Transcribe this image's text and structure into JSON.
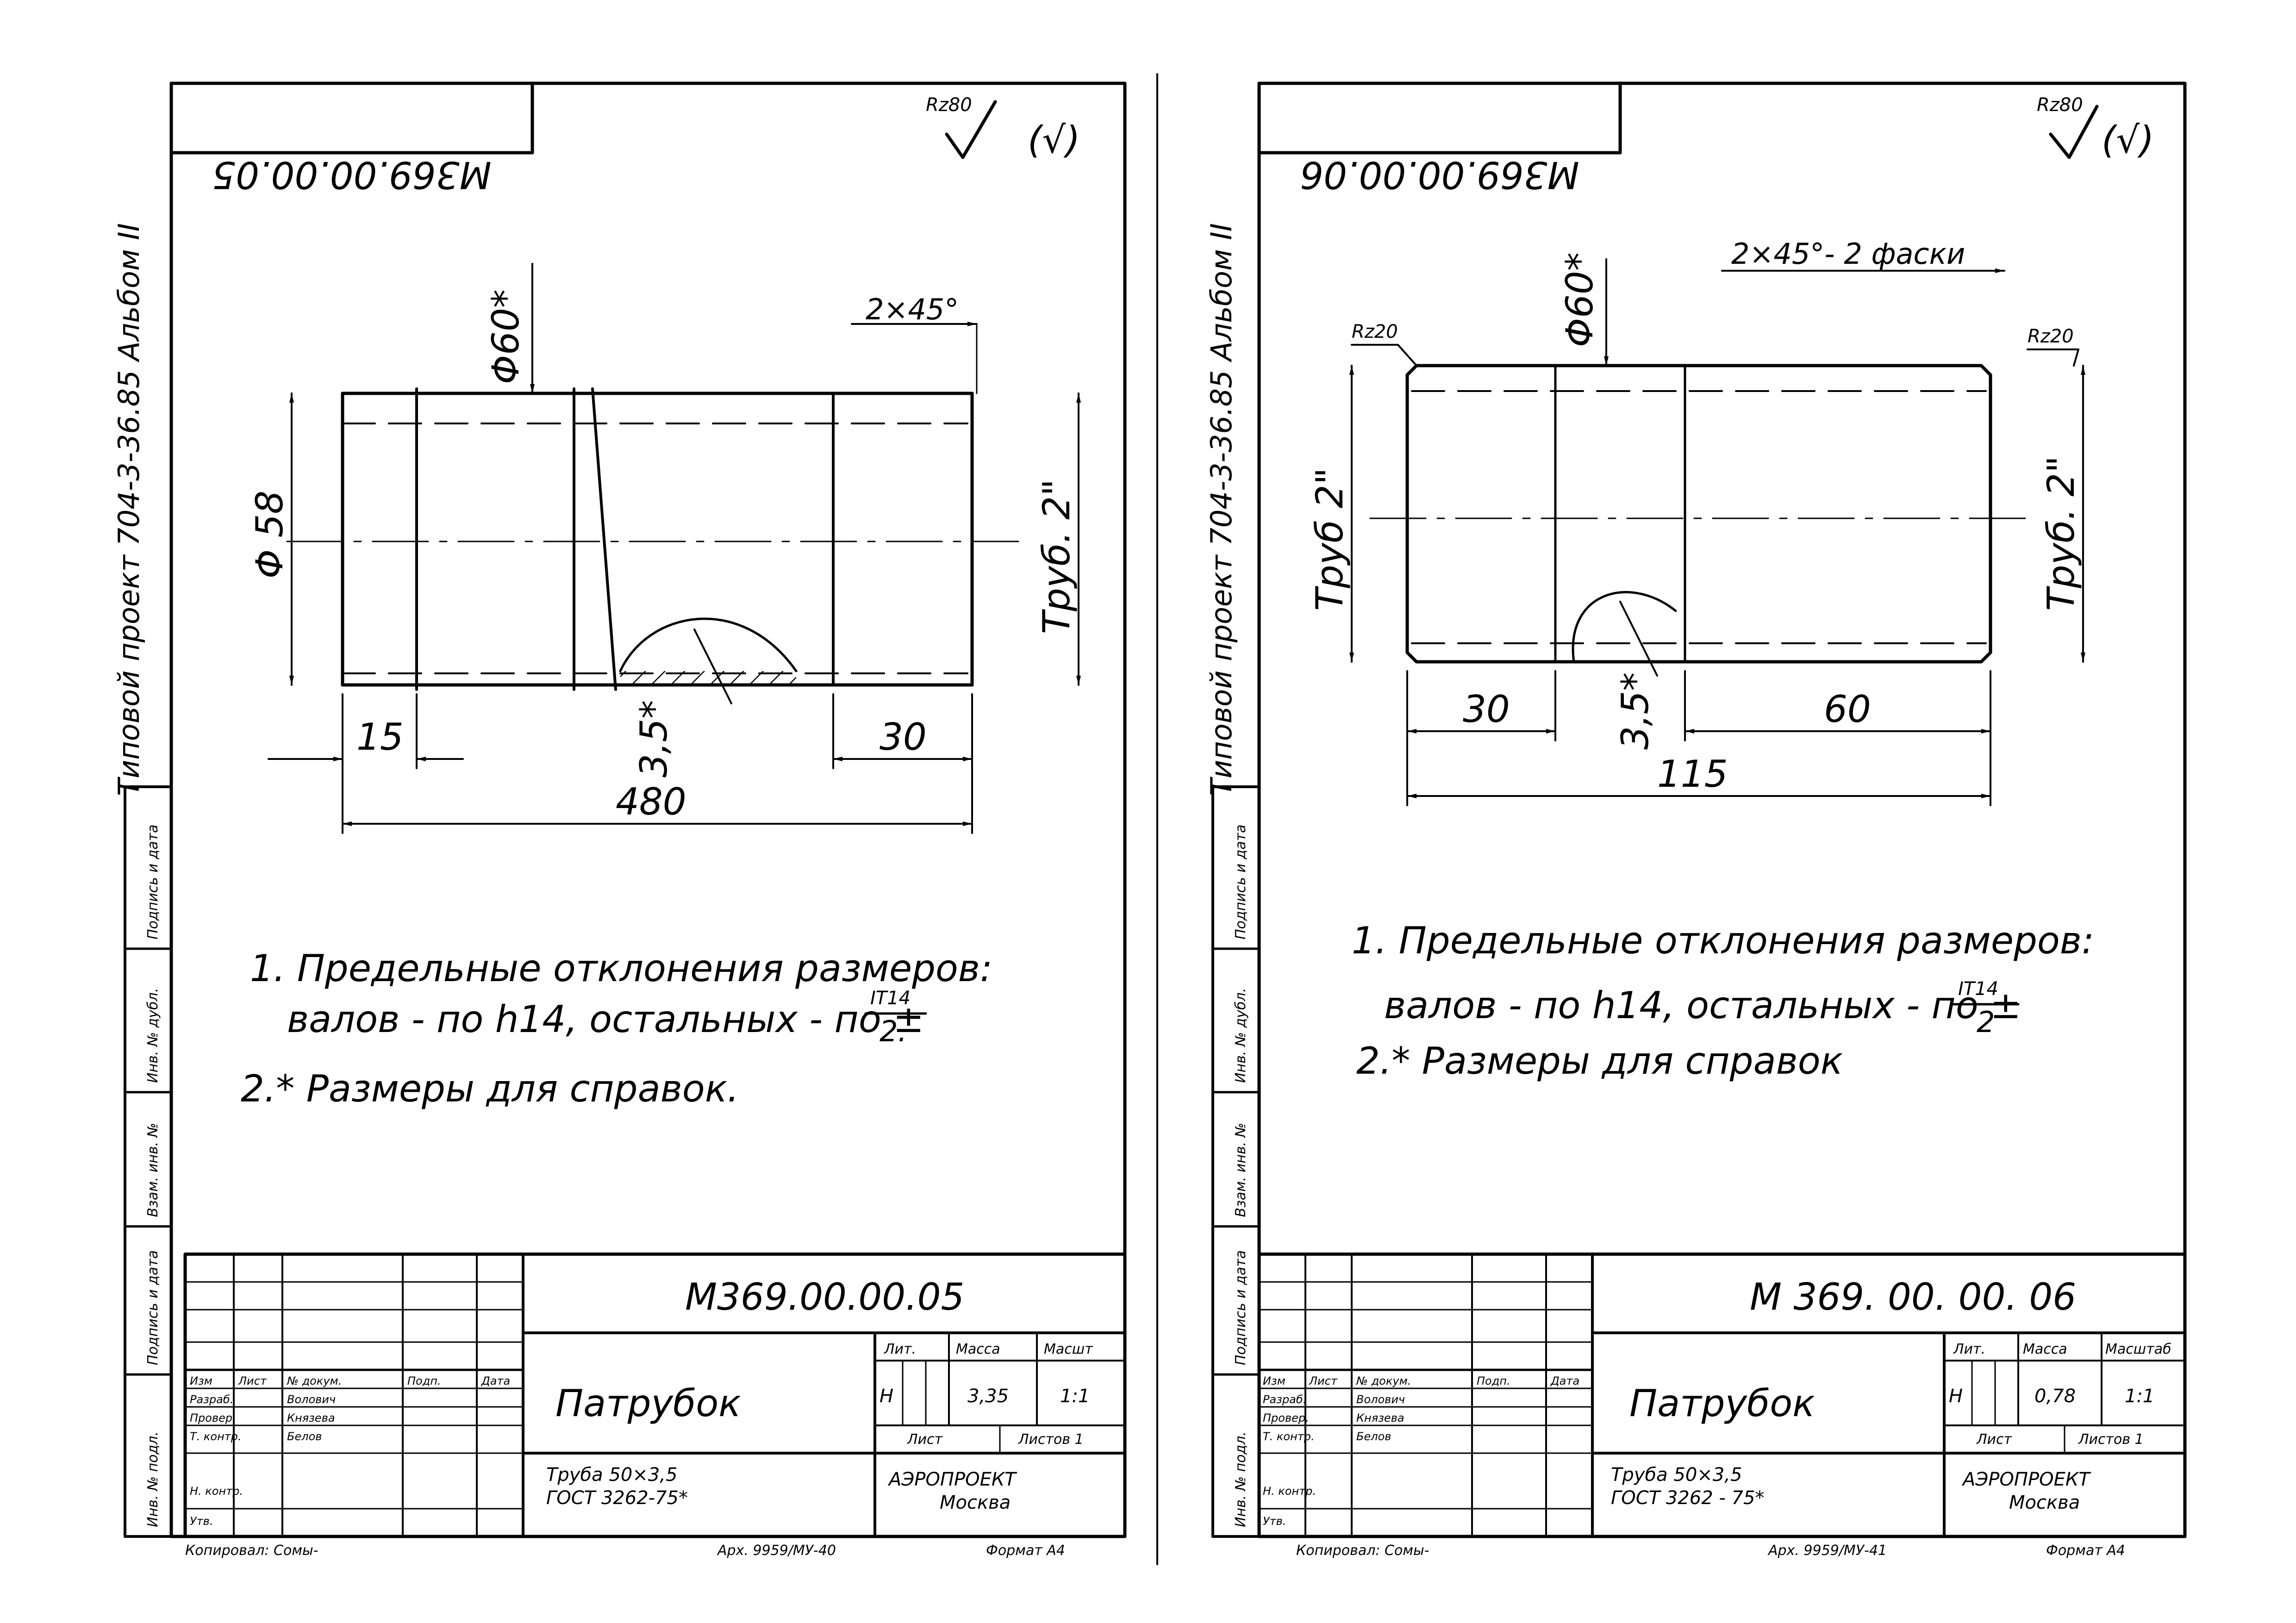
{
  "left_sheet": {
    "stamp_code": "М369.00.00.05",
    "roughness_general": "Rz80",
    "roughness_other": "(√)",
    "side_title": "Типовой проект 704-3-36.85 Альбом II",
    "dims": {
      "d60": "Φ60*",
      "chamfer": "2×45°",
      "d58": "Φ 58",
      "pipe_right": "Труб. 2\"",
      "wall": "3,5*",
      "len15": "15",
      "len30": "30",
      "len480": "480"
    },
    "notes": {
      "n1a": "1. Предельные отклонения размеров:",
      "n1b": "валов - по h14, остальных - по ±",
      "frac_num": "IT14",
      "frac_den": "2.",
      "n2": "2.* Размеры для справок."
    },
    "title_block": {
      "designation": "М369.00.00.05",
      "name": "Патрубок",
      "material_1": "Труба 50×3,5",
      "material_2": "ГОСТ 3262-75*",
      "org_1": "АЭРОПРОЕКТ",
      "org_2": "Москва",
      "h_lit": "Лит.",
      "h_mass": "Масса",
      "h_scale": "Масшт",
      "lit_value": "Н",
      "mass": "3,35",
      "scale": "1:1",
      "sheet": "Лист",
      "sheets": "Листов 1",
      "h_izm": "Изм",
      "h_list": "Лист",
      "h_doc": "№ докум.",
      "h_sign": "Подп.",
      "h_date": "Дата",
      "r_razrab": "Разраб.",
      "r_prover": "Провер.",
      "r_tkontr": "Т. контр.",
      "r_nkontr": "Н. контр.",
      "r_utv": "Утв.",
      "n_razrab": "Волович",
      "n_prover": "Князева",
      "n_tkontr": "Белов"
    },
    "bottom": {
      "copied": "Копировал: Сомы-",
      "arch": "Арх. 9959/МУ-40",
      "format": "Формат А4"
    },
    "side_cells": [
      "Инв. № подл.",
      "Подпись и дата",
      "Взам. инв. №",
      "Инв. № дубл.",
      "Подпись и дата"
    ]
  },
  "right_sheet": {
    "stamp_code": "М369.00.00.06",
    "roughness_general": "Rz80",
    "roughness_other": "(√)",
    "side_title": "Типовой проект 704-3-36.85 Альбом II",
    "dims": {
      "chamfer": "2×45°- 2 фаски",
      "d60": "Φ60*",
      "rz_left": "Rz20",
      "rz_right": "Rz20",
      "pipe_left": "Труб 2\"",
      "pipe_right": "Труб. 2\"",
      "wall": "3,5*",
      "len30": "30",
      "len60": "60",
      "len115": "115"
    },
    "notes": {
      "n1a": "1. Предельные отклонения размеров:",
      "n1b": "валов - по h14, остальных - по ±",
      "frac_num": "IT14",
      "frac_den": "2",
      "n2": "2.* Размеры для справок"
    },
    "title_block": {
      "designation": "М 369. 00. 00. 06",
      "name": "Патрубок",
      "material_1": "Труба 50×3,5",
      "material_2": "ГОСТ 3262 - 75*",
      "org_1": "АЭРОПРОЕКТ",
      "org_2": "Москва",
      "h_lit": "Лит.",
      "h_mass": "Масса",
      "h_scale": "Масштаб",
      "lit_value": "Н",
      "mass": "0,78",
      "scale": "1:1",
      "sheet": "Лист",
      "sheets": "Листов 1",
      "h_izm": "Изм",
      "h_list": "Лист",
      "h_doc": "№ докум.",
      "h_sign": "Подп.",
      "h_date": "Дата",
      "r_razrab": "Разраб.",
      "r_prover": "Провер.",
      "r_tkontr": "Т. контр.",
      "r_nkontr": "Н. контр.",
      "r_utv": "Утв.",
      "n_razrab": "Волович",
      "n_prover": "Князева",
      "n_tkontr": "Белов"
    },
    "bottom": {
      "copied": "Копировал: Сомы-",
      "arch": "Арх. 9959/МУ-41",
      "format": "Формат А4"
    },
    "side_cells": [
      "Инв. № подл.",
      "Подпись и дата",
      "Взам. инв. №",
      "Инв. № дубл.",
      "Подпись и дата"
    ]
  }
}
